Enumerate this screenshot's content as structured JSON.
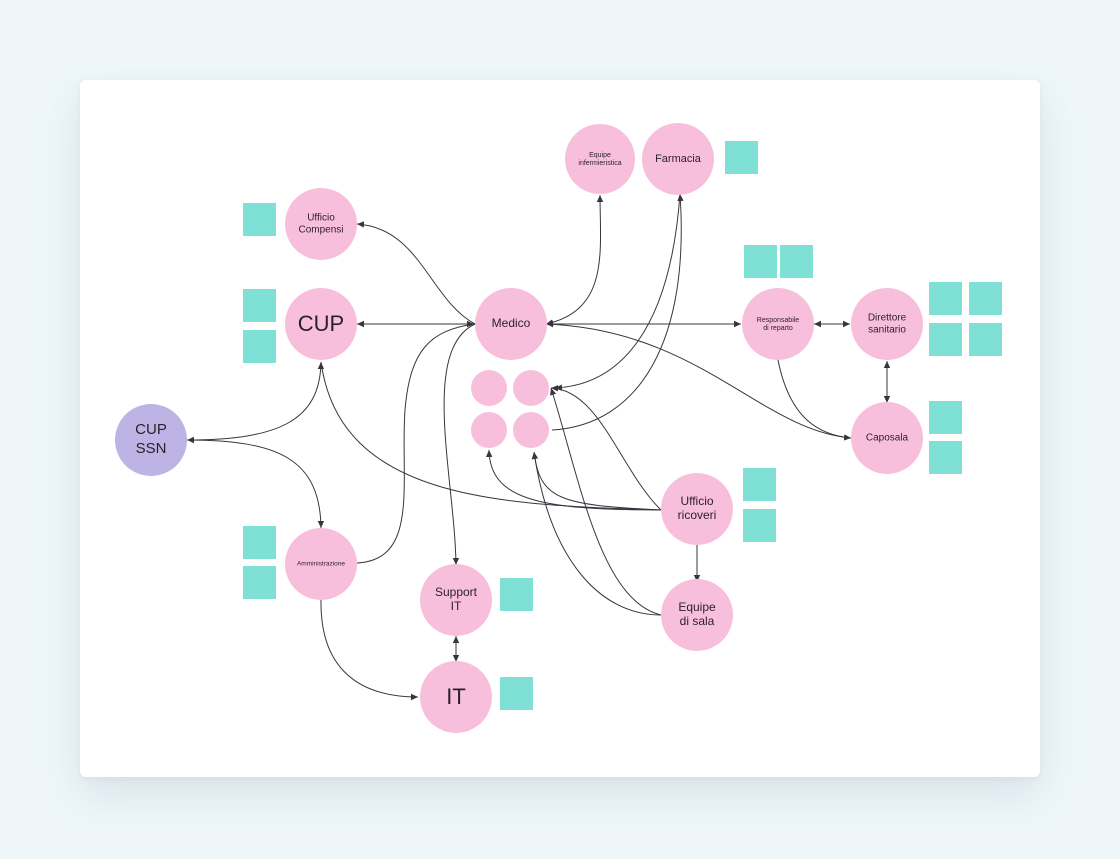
{
  "colors": {
    "background": "#eef6f9",
    "card": "#ffffff",
    "node_pink": "#f8bfdc",
    "node_purple": "#bdb3e4",
    "sticky": "#7fe1d6",
    "edge": "#3b3440"
  },
  "nodes": {
    "equipe_infermieristica": {
      "lines": [
        "Equipe",
        "infermieristica"
      ]
    },
    "farmacia": {
      "lines": [
        "Farmacia"
      ]
    },
    "ufficio_compensi": {
      "lines": [
        "Ufficio",
        "Compensi"
      ]
    },
    "cup": {
      "lines": [
        "CUP"
      ]
    },
    "medico": {
      "lines": [
        "Medico"
      ]
    },
    "responsabile_reparto": {
      "lines": [
        "Responsabile",
        "di reparto"
      ]
    },
    "direttore_sanitario": {
      "lines": [
        "Direttore",
        "sanitario"
      ]
    },
    "cup_ssn": {
      "lines": [
        "CUP",
        "SSN"
      ]
    },
    "caposala": {
      "lines": [
        "Caposala"
      ]
    },
    "ufficio_ricoveri": {
      "lines": [
        "Ufficio",
        "ricoveri"
      ]
    },
    "amministrazione": {
      "lines": [
        "Amministrazione"
      ]
    },
    "support_it": {
      "lines": [
        "Support",
        "IT"
      ]
    },
    "equipe_sala": {
      "lines": [
        "Equipe",
        "di sala"
      ]
    },
    "it": {
      "lines": [
        "IT"
      ]
    }
  }
}
